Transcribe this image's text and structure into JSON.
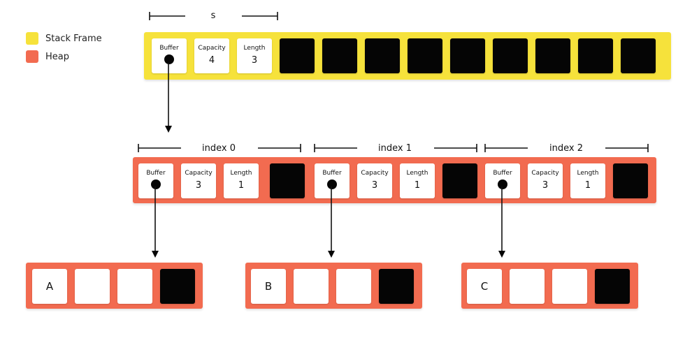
{
  "colors": {
    "stack": "#f6e23b",
    "heap": "#f26b50",
    "block": "#050505",
    "cell": "#ffffff"
  },
  "legend": {
    "stack_label": "Stack Frame",
    "heap_label": "Heap"
  },
  "stack": {
    "brace_label": "s",
    "buffer_title": "Buffer",
    "capacity_title": "Capacity",
    "capacity_value": "4",
    "length_title": "Length",
    "length_value": "3"
  },
  "heap_vec": [
    {
      "index_label": "index 0",
      "buffer_title": "Buffer",
      "capacity_title": "Capacity",
      "capacity_value": "3",
      "length_title": "Length",
      "length_value": "1"
    },
    {
      "index_label": "index 1",
      "buffer_title": "Buffer",
      "capacity_title": "Capacity",
      "capacity_value": "3",
      "length_title": "Length",
      "length_value": "1"
    },
    {
      "index_label": "index 2",
      "buffer_title": "Buffer",
      "capacity_title": "Capacity",
      "capacity_value": "3",
      "length_title": "Length",
      "length_value": "1"
    }
  ],
  "buffers": [
    {
      "letter": "A"
    },
    {
      "letter": "B"
    },
    {
      "letter": "C"
    }
  ]
}
